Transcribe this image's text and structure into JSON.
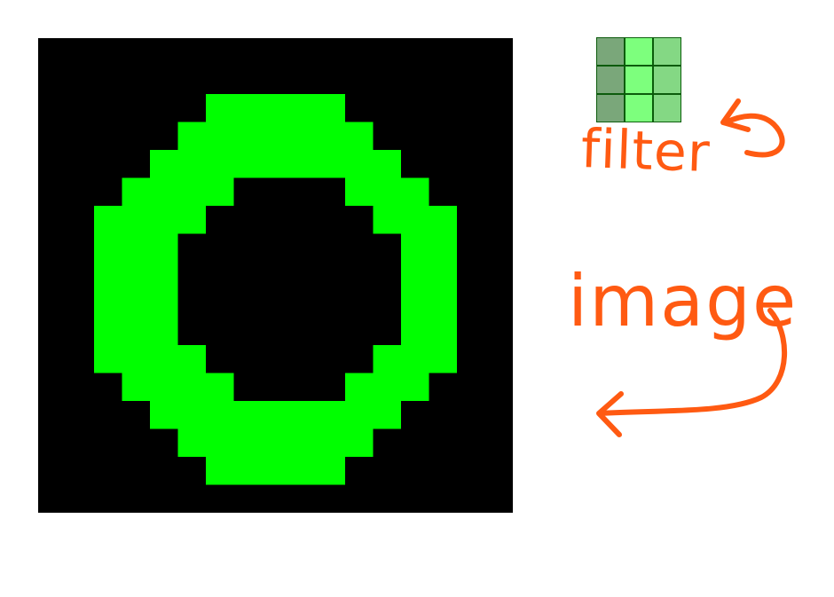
{
  "labels": {
    "filter": "filter",
    "image": "image"
  },
  "colors": {
    "annotation": "#ff5a12",
    "background": "#000000",
    "ring": "#00ff00"
  },
  "image_grid": {
    "rows": 17,
    "cols": 17,
    "pixels": [
      "00000000000000000",
      "00000000000000000",
      "00000011111000000",
      "00000111111100000",
      "00001111111110000",
      "00011110000111000",
      "00111100000011100",
      "00111000000001100",
      "00111000000001100",
      "00111000000001100",
      "00111000000001100",
      "00111100000011100",
      "00011110000111000",
      "00001111111110000",
      "00000111111100000",
      "00000011111000000",
      "00000000000000000"
    ]
  },
  "filter_kernel": {
    "rows": 3,
    "cols": 3,
    "cells": [
      [
        "#7aa77a",
        "#7dff7d",
        "#84d884"
      ],
      [
        "#7aa77a",
        "#7dff7d",
        "#84d884"
      ],
      [
        "#7aa77a",
        "#7dff7d",
        "#84d884"
      ]
    ]
  }
}
